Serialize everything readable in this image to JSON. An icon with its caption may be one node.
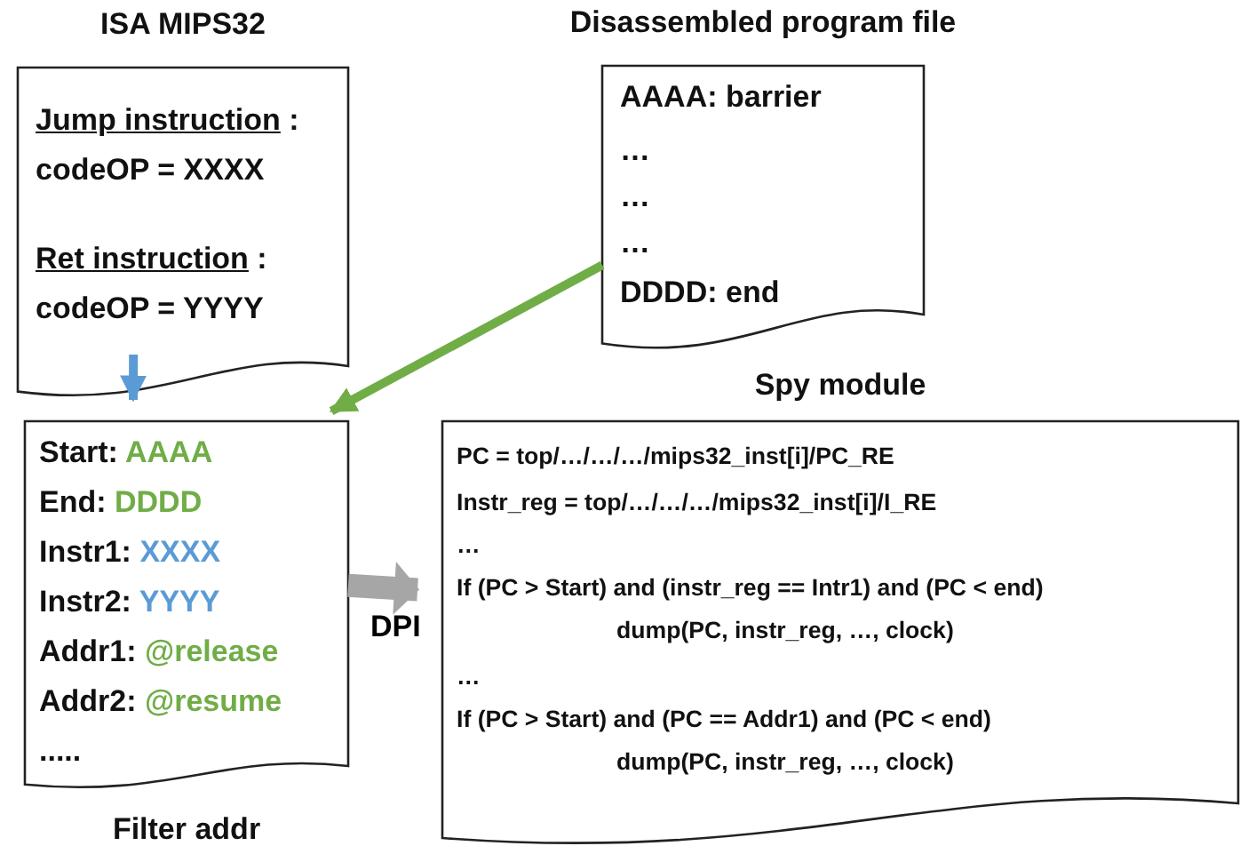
{
  "diagram": {
    "nodes": [
      {
        "text": [
          "ISA MIPS32",
          "Jump instruction :",
          "codeOP = XXXX",
          "Ret instruction :",
          "codeOP = YYYY"
        ]
      },
      {
        "text": [
          "Disassembled program file",
          "AAAA: barrier",
          "…",
          "…",
          "…",
          "DDDD: end"
        ]
      },
      {
        "text": [
          "Start: AAAA",
          "End: DDDD",
          "Instr1: XXXX",
          "Instr2: YYYY",
          "Addr1: @release",
          "Addr2: @resume",
          ".....",
          "Filter addr"
        ]
      },
      {
        "text": [
          "Spy module",
          "PC = top/…/…/…/mips32_inst[i]/PC_RE",
          "Instr_reg = top/…/…/…/mips32_inst[i]/I_RE",
          "…",
          "If (PC > Start) and (instr_reg == Intr1) and (PC < end)",
          "dump(PC, instr_reg, …, clock)",
          "…",
          "If (PC > Start) and (PC == Addr1) and (PC < end)",
          "dump(PC, instr_reg, …, clock)"
        ]
      }
    ],
    "edges": [
      {
        "from": 0,
        "to": 2,
        "arrow": "to",
        "color": "#5b9bd5"
      },
      {
        "from": 1,
        "to": 2,
        "arrow": "to",
        "color": "#70ad47"
      },
      {
        "from": 2,
        "to": 3,
        "arrow": "to",
        "label": "DPI",
        "style": "thick",
        "color": "#a6a6a6"
      }
    ]
  }
}
